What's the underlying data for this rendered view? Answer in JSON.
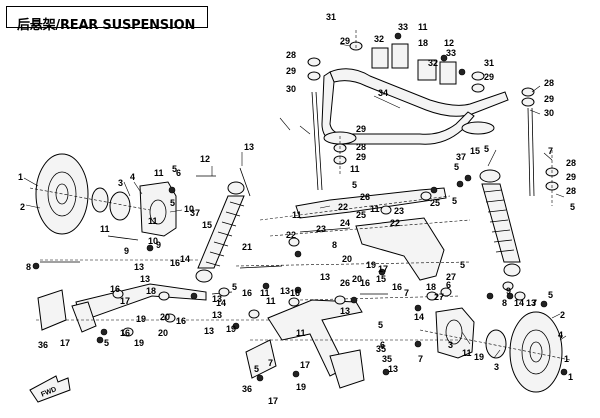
{
  "title": "后悬架/REAR SUSPENSION",
  "callouts": [
    "1",
    "2",
    "3",
    "4",
    "5",
    "6",
    "7",
    "8",
    "9",
    "10",
    "11",
    "12",
    "13",
    "14",
    "15",
    "16",
    "17",
    "18",
    "19",
    "20",
    "21",
    "22",
    "23",
    "24",
    "25",
    "26",
    "27",
    "28",
    "29",
    "30",
    "31",
    "32",
    "33",
    "34",
    "35",
    "36",
    "37"
  ],
  "fwd_label": "FWD"
}
